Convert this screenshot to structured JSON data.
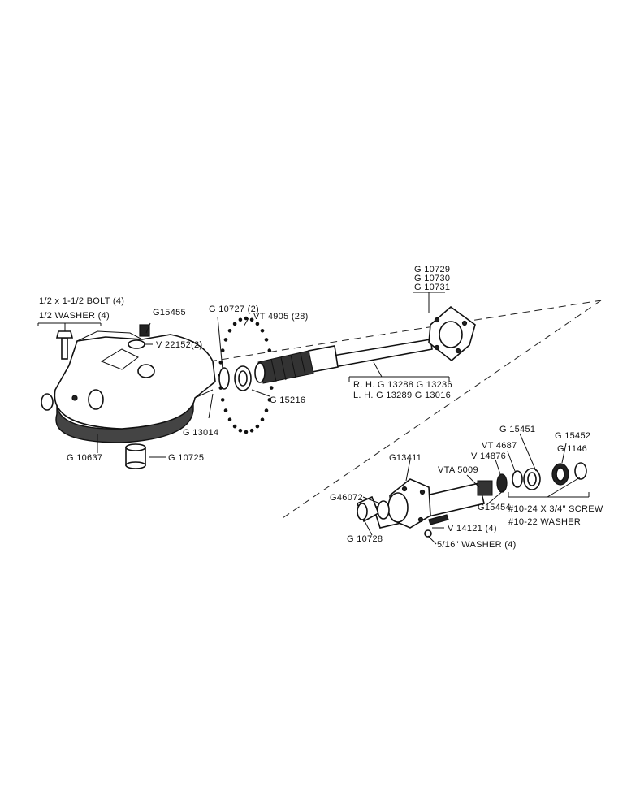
{
  "labels": {
    "bolt": "1/2 x 1-1/2 BOLT (4)",
    "washer_half": "1/2 WASHER (4)",
    "g15455": "G15455",
    "v22152": "V 22152(2)",
    "g10727": "G 10727 (2)",
    "vt4905": "VT 4905 (28)",
    "g10729": "G 10729",
    "g10730": "G 10730",
    "g10731": "G 10731",
    "rh": "R. H. G 13288  G 13236",
    "lh": "L. H. G 13289  G 13016",
    "g15216": "G 15216",
    "g13014": "G 13014",
    "g10637": "G 10637",
    "g10725": "G 10725",
    "g15451": "G 15451",
    "g15452": "G 15452",
    "vt4687": "VT 4687",
    "g11146": "G 1146",
    "v14876": "V 14876",
    "g13411": "G13411",
    "vta5009": "VTA 5009",
    "g46072": "G46072",
    "g15454": "G15454",
    "screw": "#10-24 X 3/4\" SCREW",
    "washer10": "#10-22  WASHER",
    "v14121": "V 14121 (4)",
    "g10728": "G 10728",
    "washer516": "5/16\" WASHER (4)"
  }
}
